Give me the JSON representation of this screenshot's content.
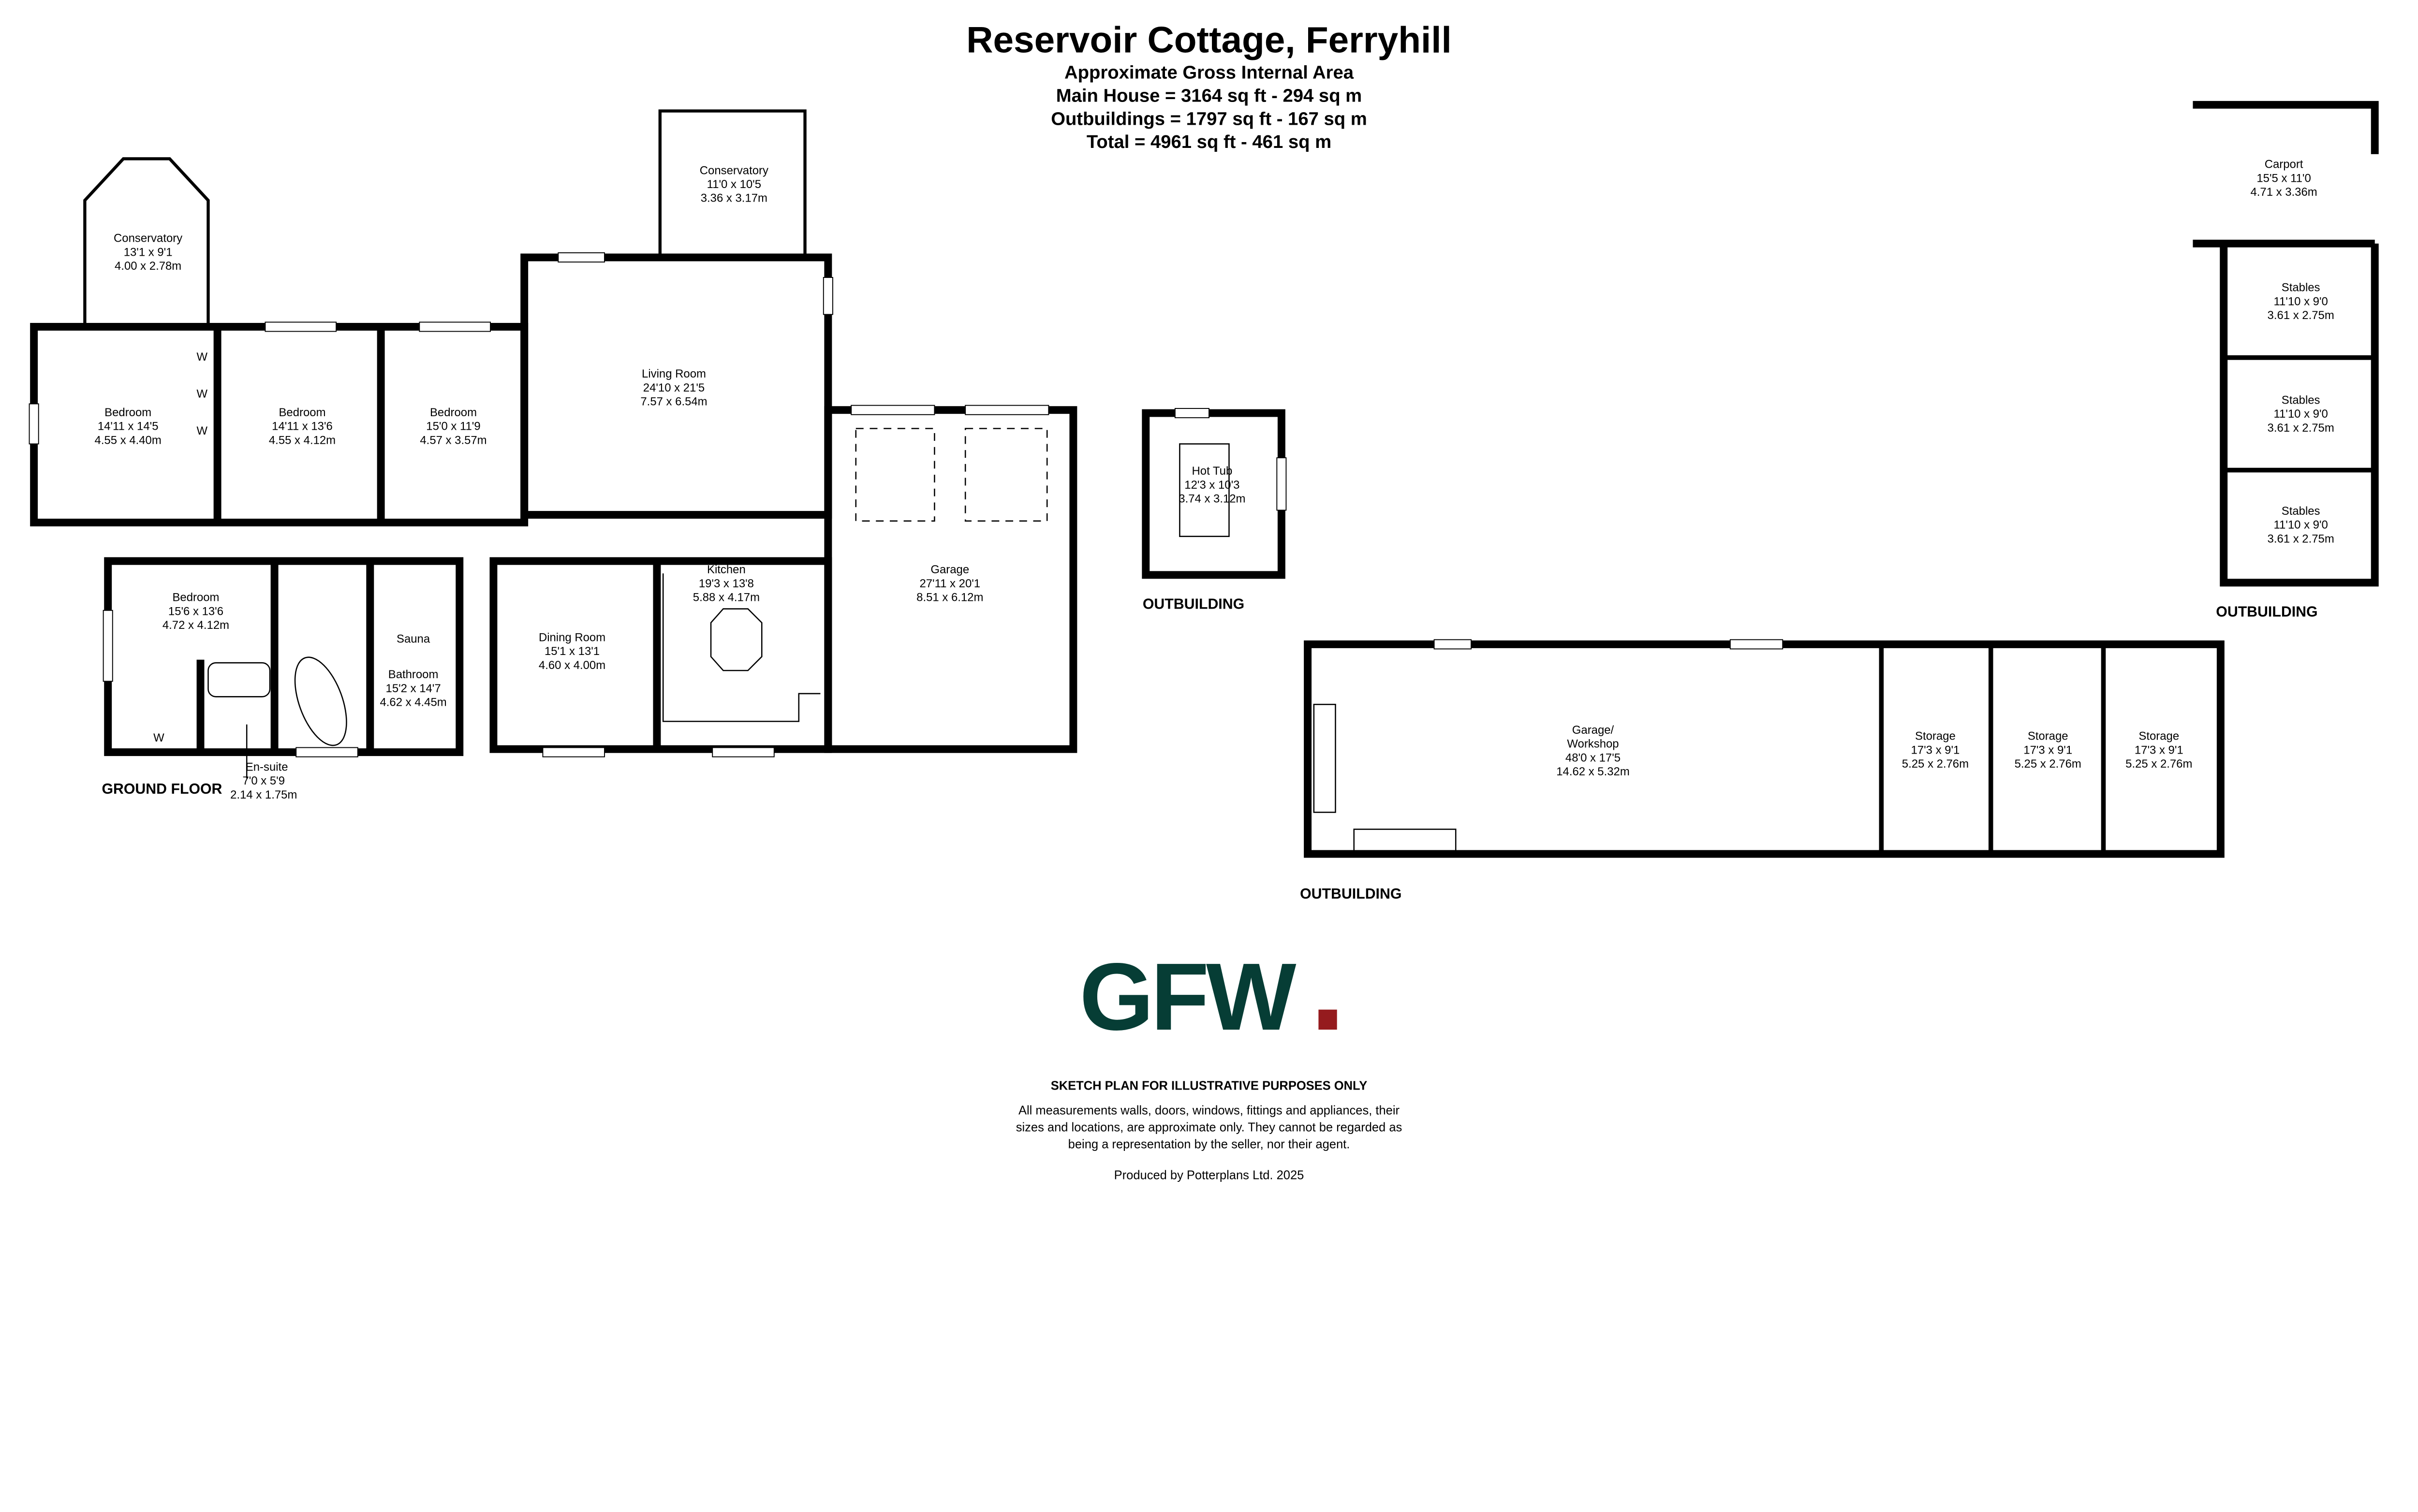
{
  "header": {
    "title": "Reservoir Cottage, Ferryhill",
    "lines": [
      "Approximate Gross Internal Area",
      "Main House =  3164 sq ft - 294 sq m",
      "Outbuildings = 1797 sq ft - 167 sq m",
      "Total = 4961 sq ft - 461 sq m"
    ]
  },
  "rooms": [
    {
      "name": "Conservatory",
      "imperial": "13'1 x 9'1",
      "metric": "4.00 x 2.78m"
    },
    {
      "name": "Conservatory",
      "imperial": "11'0 x 10'5",
      "metric": "3.36 x 3.17m"
    },
    {
      "name": "Bedroom",
      "imperial": "14'11 x 14'5",
      "metric": "4.55 x 4.40m"
    },
    {
      "name": "Bedroom",
      "imperial": "14'11 x 13'6",
      "metric": "4.55 x 4.12m"
    },
    {
      "name": "Bedroom",
      "imperial": "15'0 x 11'9",
      "metric": "4.57 x 3.57m"
    },
    {
      "name": "Living Room",
      "imperial": "24'10 x 21'5",
      "metric": "7.57 x 6.54m"
    },
    {
      "name": "Bedroom",
      "imperial": "15'6 x 13'6",
      "metric": "4.72 x 4.12m"
    },
    {
      "name": "Sauna"
    },
    {
      "name": "Bathroom",
      "imperial": "15'2 x 14'7",
      "metric": "4.62 x 4.45m"
    },
    {
      "name": "En-suite",
      "imperial": "7'0 x 5'9",
      "metric": "2.14 x 1.75m"
    },
    {
      "name": "Dining Room",
      "imperial": "15'1 x 13'1",
      "metric": "4.60 x 4.00m"
    },
    {
      "name": "Kitchen",
      "imperial": "19'3 x 13'8",
      "metric": "5.88 x 4.17m"
    },
    {
      "name": "Garage",
      "imperial": "27'11 x 20'1",
      "metric": "8.51 x 6.12m"
    },
    {
      "name": "Hot Tub",
      "imperial": "12'3 x 10'3",
      "metric": "3.74 x 3.12m"
    },
    {
      "name": "Garage/",
      "name2": "Workshop",
      "imperial": "48'0 x 17'5",
      "metric": "14.62 x 5.32m"
    },
    {
      "name": "Storage",
      "imperial": "17'3 x 9'1",
      "metric": "5.25 x 2.76m"
    },
    {
      "name": "Storage",
      "imperial": "17'3 x 9'1",
      "metric": "5.25 x 2.76m"
    },
    {
      "name": "Storage",
      "imperial": "17'3 x 9'1",
      "metric": "5.25 x 2.76m"
    },
    {
      "name": "Carport",
      "imperial": "15'5 x 11'0",
      "metric": "4.71 x 3.36m"
    },
    {
      "name": "Stables",
      "imperial": "11'10 x 9'0",
      "metric": "3.61 x 2.75m"
    },
    {
      "name": "Stables",
      "imperial": "11'10 x 9'0",
      "metric": "3.61 x 2.75m"
    },
    {
      "name": "Stables",
      "imperial": "11'10 x 9'0",
      "metric": "3.61 x 2.75m"
    }
  ],
  "wardrobe_label": "W",
  "floors": {
    "ground": "GROUND FLOOR",
    "outbuilding": "OUTBUILDING"
  },
  "logo": {
    "text": "GFW",
    "green": "#063d35",
    "red": "#951b1e"
  },
  "footer": {
    "heading": "SKETCH PLAN FOR ILLUSTRATIVE PURPOSES ONLY",
    "lines": [
      "All measurements walls, doors, windows, fittings and appliances, their",
      "sizes and locations, are approximate only. They cannot be regarded as",
      "being a representation by the seller, nor their agent."
    ],
    "credit": "Produced by Potterplans Ltd. 2025"
  }
}
